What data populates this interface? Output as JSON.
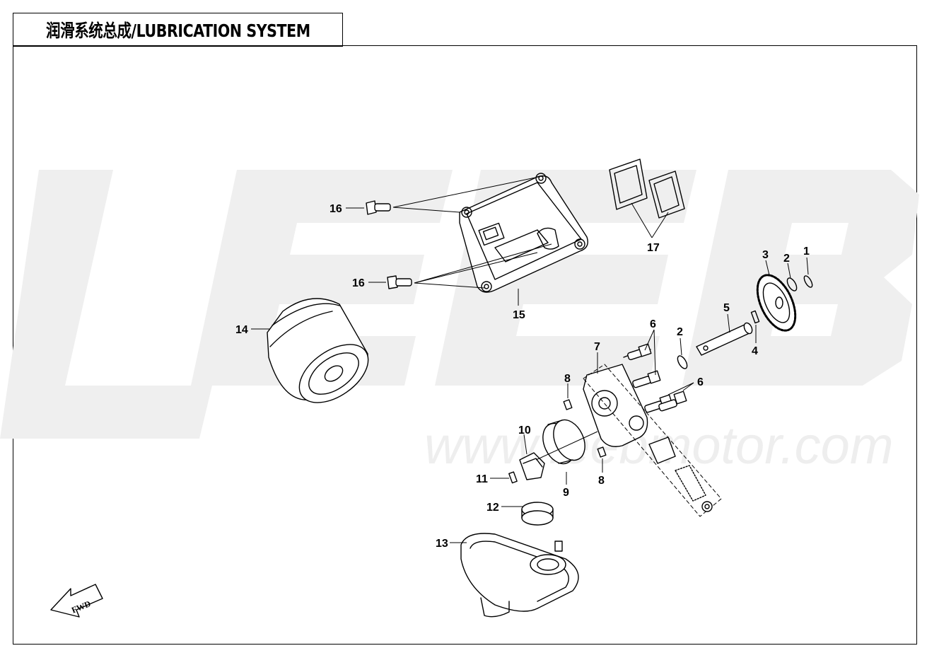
{
  "title": "润滑系统总成/LUBRICATION SYSTEM",
  "watermark": {
    "brand": "LEEB",
    "url": "www.leebmotor.com"
  },
  "fwd_label": "FWD",
  "callouts": {
    "c1": "1",
    "c2a": "2",
    "c2b": "2",
    "c3": "3",
    "c4": "4",
    "c5": "5",
    "c6a": "6",
    "c6b": "6",
    "c7": "7",
    "c8a": "8",
    "c8b": "8",
    "c9": "9",
    "c10": "10",
    "c11": "11",
    "c12": "12",
    "c13": "13",
    "c14": "14",
    "c15": "15",
    "c16a": "16",
    "c16b": "16",
    "c17": "17"
  },
  "colors": {
    "line": "#000000",
    "watermark": "#eeeeee",
    "background": "#ffffff"
  }
}
